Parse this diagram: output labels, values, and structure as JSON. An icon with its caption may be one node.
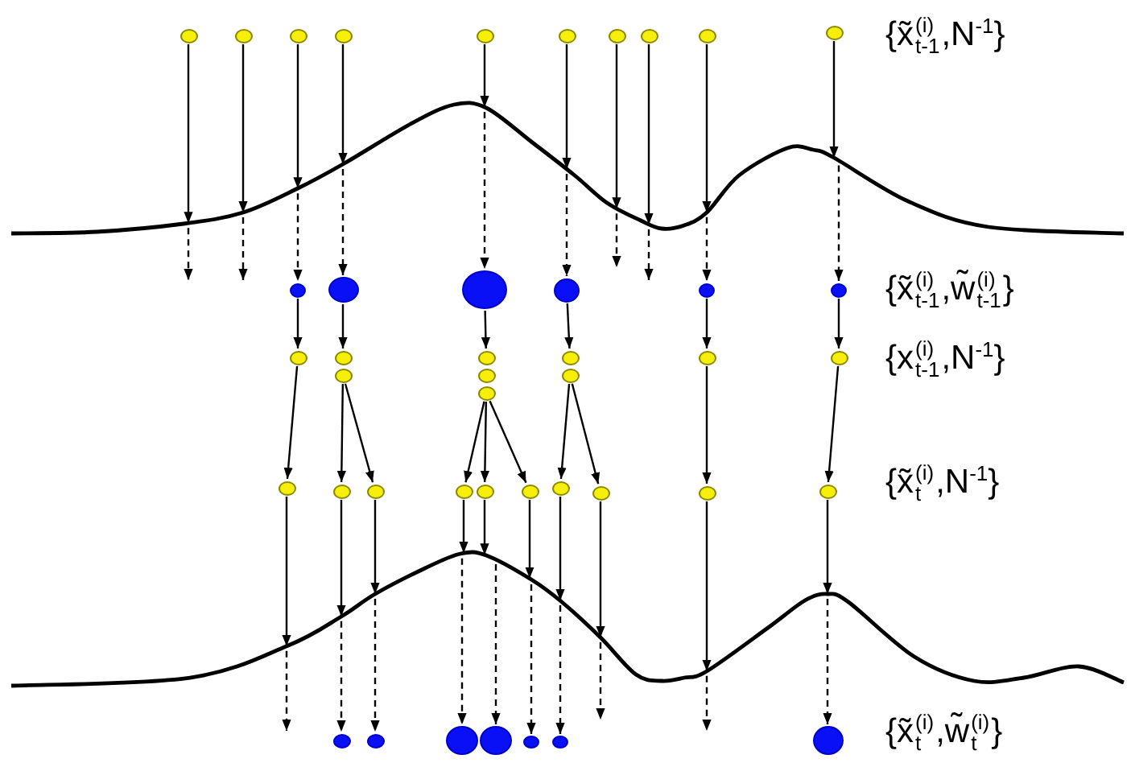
{
  "diagram": {
    "nodes": [
      {
        "text": [],
        "shape": "circle"
      },
      {
        "text": [],
        "shape": "circle"
      },
      {
        "text": [],
        "shape": "circle"
      },
      {
        "text": [],
        "shape": "circle"
      },
      {
        "text": [],
        "shape": "circle"
      },
      {
        "text": [],
        "shape": "circle"
      },
      {
        "text": [],
        "shape": "circle"
      },
      {
        "text": [],
        "shape": "circle"
      },
      {
        "text": [],
        "shape": "circle"
      },
      {
        "text": [],
        "shape": "circle"
      },
      {
        "text": [],
        "shape": "curve"
      },
      {
        "text": [],
        "shape": "circle"
      },
      {
        "text": [],
        "shape": "circle"
      },
      {
        "text": [],
        "shape": "circle"
      },
      {
        "text": [],
        "shape": "circle"
      },
      {
        "text": [],
        "shape": "circle"
      },
      {
        "text": [],
        "shape": "circle"
      },
      {
        "text": [],
        "shape": "circle"
      },
      {
        "text": [],
        "shape": "circle"
      },
      {
        "text": [],
        "shape": "circle"
      },
      {
        "text": [],
        "shape": "circle"
      },
      {
        "text": [],
        "shape": "circle"
      },
      {
        "text": [],
        "shape": "circle"
      },
      {
        "text": [],
        "shape": "circle"
      },
      {
        "text": [],
        "shape": "circle"
      },
      {
        "text": [],
        "shape": "circle"
      },
      {
        "text": [],
        "shape": "circle"
      },
      {
        "text": [],
        "shape": "circle"
      },
      {
        "text": [],
        "shape": "circle"
      },
      {
        "text": [],
        "shape": "circle"
      },
      {
        "text": [],
        "shape": "circle"
      },
      {
        "text": [],
        "shape": "circle"
      },
      {
        "text": [],
        "shape": "circle"
      },
      {
        "text": [],
        "shape": "circle"
      },
      {
        "text": [],
        "shape": "circle"
      },
      {
        "text": [],
        "shape": "circle"
      },
      {
        "text": [],
        "shape": "circle"
      },
      {
        "text": [],
        "shape": "curve"
      },
      {
        "text": [],
        "shape": "circle"
      },
      {
        "text": [],
        "shape": "circle"
      },
      {
        "text": [],
        "shape": "circle"
      },
      {
        "text": [],
        "shape": "circle"
      },
      {
        "text": [],
        "shape": "circle"
      },
      {
        "text": [],
        "shape": "circle"
      },
      {
        "text": [],
        "shape": "circle"
      }
    ],
    "edges": [
      {
        "from": 0,
        "to": 10,
        "arrow": "to"
      },
      {
        "from": 1,
        "to": 10,
        "arrow": "to"
      },
      {
        "from": 2,
        "to": 10,
        "arrow": "to"
      },
      {
        "from": 3,
        "to": 10,
        "arrow": "to"
      },
      {
        "from": 4,
        "to": 10,
        "arrow": "to"
      },
      {
        "from": 5,
        "to": 10,
        "arrow": "to"
      },
      {
        "from": 6,
        "to": 10,
        "arrow": "to"
      },
      {
        "from": 7,
        "to": 10,
        "arrow": "to"
      },
      {
        "from": 8,
        "to": 10,
        "arrow": "to"
      },
      {
        "from": 9,
        "to": 10,
        "arrow": "to"
      },
      {
        "from": 10,
        "to": null,
        "arrow": "to",
        "style": "dashed"
      },
      {
        "from": 10,
        "to": null,
        "arrow": "to",
        "style": "dashed"
      },
      {
        "from": 10,
        "to": 11,
        "arrow": "to",
        "style": "dashed"
      },
      {
        "from": 10,
        "to": 12,
        "arrow": "to",
        "style": "dashed"
      },
      {
        "from": 10,
        "to": 13,
        "arrow": "to",
        "style": "dashed"
      },
      {
        "from": 10,
        "to": 14,
        "arrow": "to",
        "style": "dashed"
      },
      {
        "from": 10,
        "to": null,
        "arrow": "to",
        "style": "dashed"
      },
      {
        "from": 10,
        "to": null,
        "arrow": "to",
        "style": "dashed"
      },
      {
        "from": 10,
        "to": 15,
        "arrow": "to",
        "style": "dashed"
      },
      {
        "from": 10,
        "to": 16,
        "arrow": "to",
        "style": "dashed"
      },
      {
        "from": 11,
        "to": 17,
        "arrow": "to"
      },
      {
        "from": 12,
        "to": 18,
        "arrow": "to"
      },
      {
        "from": 13,
        "to": 20,
        "arrow": "to"
      },
      {
        "from": 14,
        "to": 23,
        "arrow": "to"
      },
      {
        "from": 15,
        "to": 25,
        "arrow": "to"
      },
      {
        "from": 16,
        "to": 26,
        "arrow": "to"
      },
      {
        "from": 17,
        "to": 27,
        "arrow": "to"
      },
      {
        "from": 19,
        "to": 28,
        "arrow": "to"
      },
      {
        "from": 19,
        "to": 29,
        "arrow": "to"
      },
      {
        "from": 22,
        "to": 30,
        "arrow": "to"
      },
      {
        "from": 22,
        "to": 31,
        "arrow": "to"
      },
      {
        "from": 22,
        "to": 32,
        "arrow": "to"
      },
      {
        "from": 24,
        "to": 33,
        "arrow": "to"
      },
      {
        "from": 24,
        "to": 34,
        "arrow": "to"
      },
      {
        "from": 25,
        "to": 35,
        "arrow": "to"
      },
      {
        "from": 26,
        "to": 36,
        "arrow": "to"
      },
      {
        "from": 27,
        "to": 37,
        "arrow": "to"
      },
      {
        "from": 28,
        "to": 37,
        "arrow": "to"
      },
      {
        "from": 29,
        "to": 37,
        "arrow": "to"
      },
      {
        "from": 30,
        "to": 37,
        "arrow": "to"
      },
      {
        "from": 31,
        "to": 37,
        "arrow": "to"
      },
      {
        "from": 32,
        "to": 37,
        "arrow": "to"
      },
      {
        "from": 33,
        "to": 37,
        "arrow": "to"
      },
      {
        "from": 34,
        "to": 37,
        "arrow": "to"
      },
      {
        "from": 35,
        "to": 37,
        "arrow": "to"
      },
      {
        "from": 36,
        "to": 37,
        "arrow": "to"
      },
      {
        "from": 37,
        "to": null,
        "arrow": "to",
        "style": "dashed"
      },
      {
        "from": 37,
        "to": 38,
        "arrow": "to",
        "style": "dashed"
      },
      {
        "from": 37,
        "to": 39,
        "arrow": "to",
        "style": "dashed"
      },
      {
        "from": 37,
        "to": 40,
        "arrow": "to",
        "style": "dashed"
      },
      {
        "from": 37,
        "to": 41,
        "arrow": "to",
        "style": "dashed"
      },
      {
        "from": 37,
        "to": 42,
        "arrow": "to",
        "style": "dashed"
      },
      {
        "from": 37,
        "to": 43,
        "arrow": "to",
        "style": "dashed"
      },
      {
        "from": 37,
        "to": null,
        "arrow": "to",
        "style": "dashed"
      },
      {
        "from": 37,
        "to": null,
        "arrow": "to",
        "style": "dashed"
      },
      {
        "from": 37,
        "to": 44,
        "arrow": "to",
        "style": "dashed"
      }
    ],
    "labels": [
      "{x̃$^{(i)}$$_{t-1}$,N$^{-1}$}",
      "{x̃$^{(i)}$$_{t-1}$,w̃$^{(i)}$$_{t-1}$}",
      "{x$^{(i)}$$_{t-1}$,N$^{-1}$}",
      "{x̃$^{(i)}$$_{t}$,N$^{-1}$}",
      "{x̃$^{(i)}$$_{t}$,w̃$^{(i)}$$_{t}$}"
    ]
  }
}
